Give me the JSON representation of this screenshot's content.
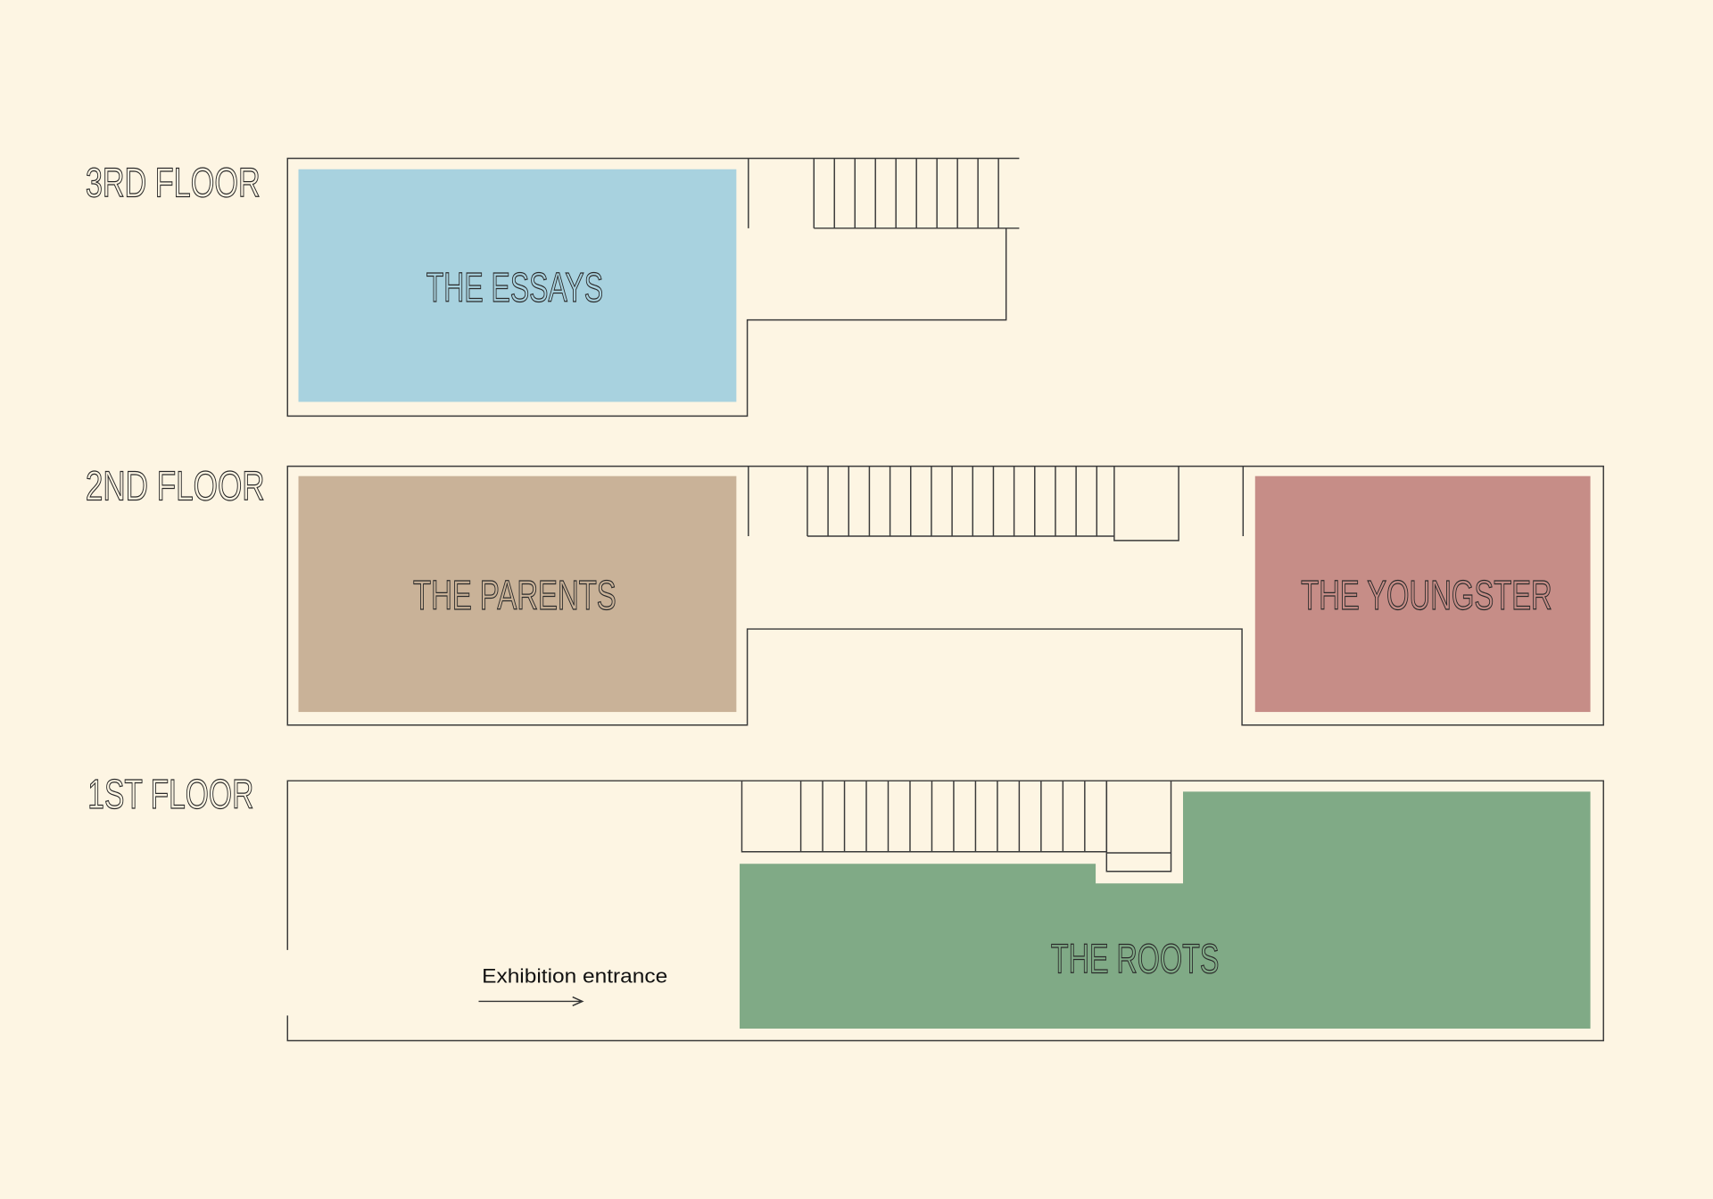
{
  "floors": [
    {
      "label": "3RD FLOOR",
      "rooms": [
        {
          "name": "THE ESSAYS",
          "color": "#a8d2df"
        }
      ]
    },
    {
      "label": "2ND FLOOR",
      "rooms": [
        {
          "name": "THE PARENTS",
          "color": "#c9b298"
        },
        {
          "name": "THE YOUNGSTER",
          "color": "#c68d87"
        }
      ]
    },
    {
      "label": "1ST FLOOR",
      "rooms": [
        {
          "name": "THE ROOTS",
          "color": "#80aa86"
        }
      ]
    }
  ],
  "entrance": {
    "label": "Exhibition entrance"
  },
  "colors": {
    "background": "#fdf5e3",
    "wall": "#3a3a3a"
  }
}
